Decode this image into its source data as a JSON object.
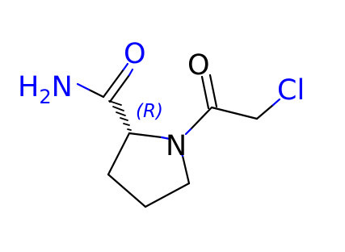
{
  "molecule": {
    "atoms": {
      "amide_o": "O",
      "amide_n": "H2N",
      "amide_n_h": "H",
      "amide_n_sub": "2",
      "amide_n_n": "N",
      "ring_n": "N",
      "acyl_o": "O",
      "chloro": "Cl"
    },
    "stereo_descriptor": "(R)"
  },
  "colors": {
    "bond": "#000000",
    "heteroatom_blue": "#0000ff",
    "carbon_text": "#000000"
  }
}
